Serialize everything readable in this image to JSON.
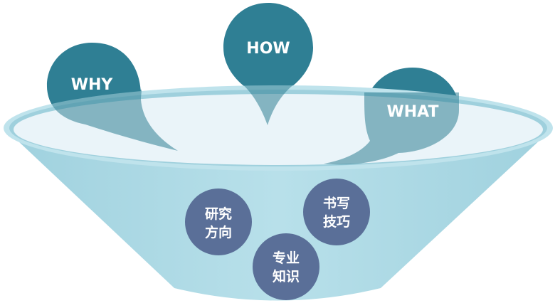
{
  "diagram": {
    "speech_bubbles": [
      {
        "id": "why",
        "label": "WHY",
        "color": "#2f7f94"
      },
      {
        "id": "how",
        "label": "HOW",
        "color": "#2f7f94"
      },
      {
        "id": "what",
        "label": "WHAT",
        "color": "#2f7f94"
      }
    ],
    "circles": [
      {
        "id": "research",
        "lines": [
          "研究",
          "方向"
        ],
        "color": "#5a6f98"
      },
      {
        "id": "writing",
        "lines": [
          "书写",
          "技巧"
        ],
        "color": "#5a6f98"
      },
      {
        "id": "knowledge",
        "lines": [
          "专业",
          "知识"
        ],
        "color": "#5a6f98"
      }
    ],
    "colors": {
      "funnel_body": "#a8d8e4",
      "funnel_rim": "#bfe3ec",
      "funnel_top": "#eef6fa",
      "bubble": "#2f7f94",
      "circle": "#5a6f98"
    }
  }
}
